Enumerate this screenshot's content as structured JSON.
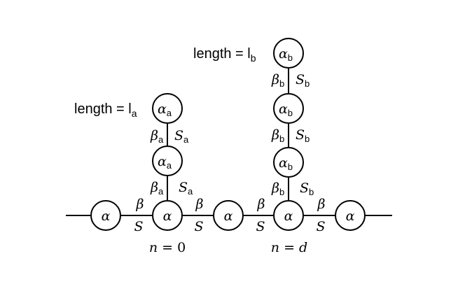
{
  "diagram": {
    "symbols": {
      "alpha": "α",
      "beta": "β",
      "coupling": "S",
      "sub_a": "a",
      "sub_b": "b"
    },
    "length_a": {
      "prefix": "length = l",
      "subscript": "a"
    },
    "length_b": {
      "prefix": "length = l",
      "subscript": "b"
    },
    "n_zero": {
      "lhs": "n",
      "eq": " = ",
      "rhs": "0"
    },
    "n_d": {
      "lhs": "n",
      "eq": " = ",
      "rhs": "d"
    }
  }
}
